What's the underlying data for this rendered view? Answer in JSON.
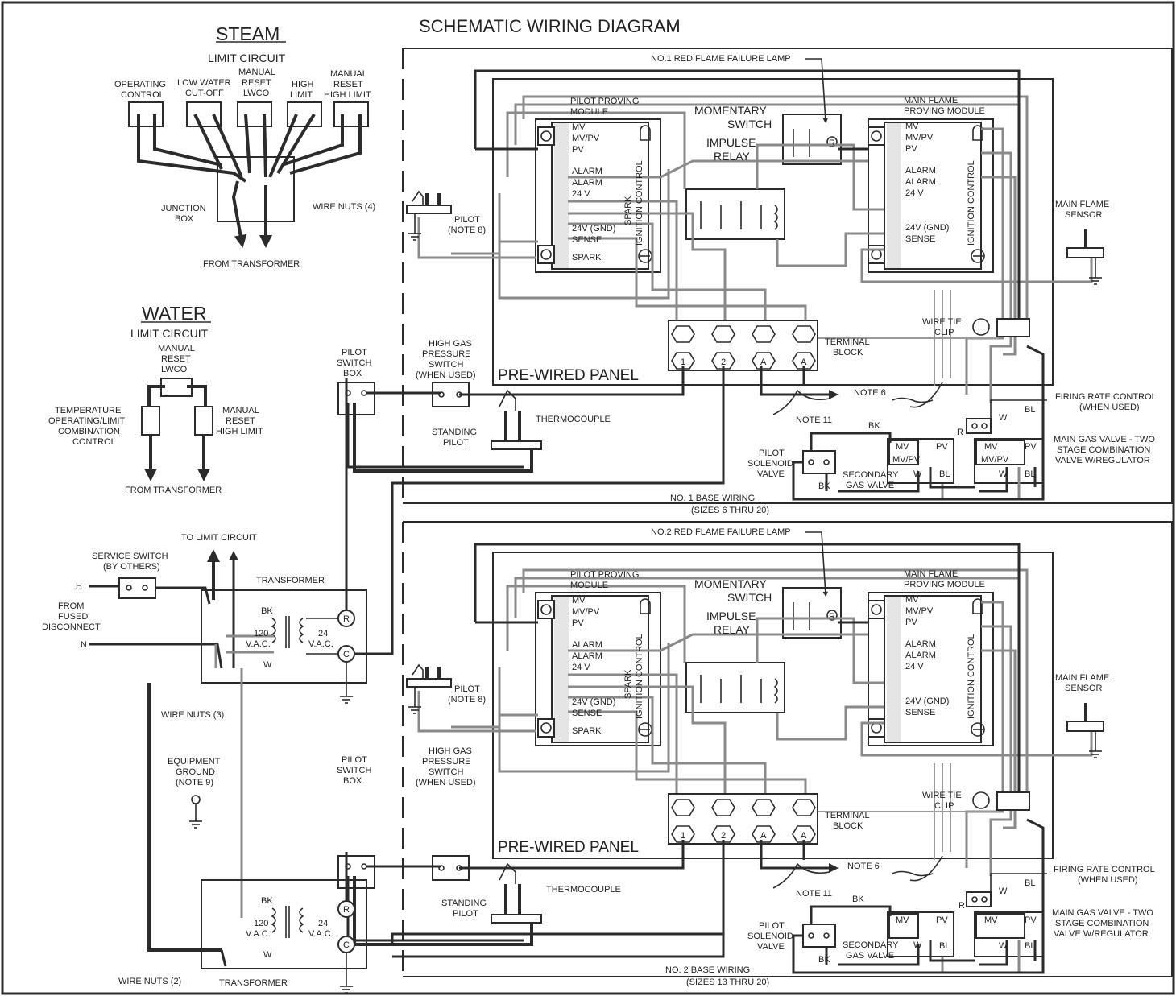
{
  "title": "SCHEMATIC WIRING DIAGRAM",
  "steam": {
    "heading": "STEAM",
    "subheading": "LIMIT CIRCUIT",
    "controls": {
      "operating_1": "OPERATING",
      "operating_2": "CONTROL",
      "lwco_1": "LOW WATER",
      "lwco_2": "CUT-OFF",
      "mr_lwco_1": "MANUAL",
      "mr_lwco_2": "RESET",
      "mr_lwco_3": "LWCO",
      "high_1": "HIGH",
      "high_2": "LIMIT",
      "mr_high_1": "MANUAL",
      "mr_high_2": "RESET",
      "mr_high_3": "HIGH LIMIT"
    },
    "junction_1": "JUNCTION",
    "junction_2": "BOX",
    "wire_nuts": "WIRE NUTS (4)",
    "from_transformer": "FROM TRANSFORMER"
  },
  "water": {
    "heading": "WATER",
    "subheading": "LIMIT CIRCUIT",
    "mr_lwco_1": "MANUAL",
    "mr_lwco_2": "RESET",
    "mr_lwco_3": "LWCO",
    "temp_1": "TEMPERATURE",
    "temp_2": "OPERATING/LIMIT",
    "temp_3": "COMBINATION",
    "temp_4": "CONTROL",
    "mr_high_1": "MANUAL",
    "mr_high_2": "RESET",
    "mr_high_3": "HIGH LIMIT",
    "from_transformer": "FROM TRANSFORMER"
  },
  "power": {
    "to_limit": "TO LIMIT CIRCUIT",
    "service_1": "SERVICE SWITCH",
    "service_2": "(BY OTHERS)",
    "h": "H",
    "n": "N",
    "fused_1": "FROM",
    "fused_2": "FUSED",
    "fused_3": "DISCONNECT",
    "transformer": "TRANSFORMER",
    "bk": "BK",
    "w": "W",
    "v120_1": "120",
    "v120_2": "V.A.C.",
    "v24_1": "24",
    "v24_2": "V.A.C.",
    "r": "R",
    "c": "C",
    "wire_nuts_3": "WIRE NUTS (3)",
    "ground_1": "EQUIPMENT",
    "ground_2": "GROUND",
    "ground_3": "(NOTE 9)",
    "wire_nuts_2": "WIRE NUTS (2)",
    "transformer_2": "TRANSFORMER"
  },
  "sections": [
    {
      "lamp": "NO.1 RED FLAME FAILURE LAMP",
      "base_1": "NO. 1 BASE WIRING",
      "base_2": "(SIZES 6 THRU 20)"
    },
    {
      "lamp": "NO.2 RED FLAME FAILURE LAMP",
      "base_1": "NO. 2 BASE WIRING",
      "base_2": "(SIZES 13 THRU 20)"
    }
  ],
  "common": {
    "ppm_1": "PILOT PROVING",
    "ppm_2": "MODULE",
    "mv": "MV",
    "mvpv": "MV/PV",
    "pv": "PV",
    "alarm": "ALARM",
    "v24": "24 V",
    "gnd": "24V (GND)",
    "sense": "SENSE",
    "spark": "SPARK",
    "spark_ctl": "SPARK",
    "ignition_ctl": "IGNITION CONTROL",
    "mom_1": "MOMENTARY",
    "mom_2": "SWITCH",
    "imp_1": "IMPULSE",
    "imp_2": "RELAY",
    "mfpm_1": "MAIN FLAME",
    "mfpm_2": "PROVING MODULE",
    "mfs_1": "MAIN FLAME",
    "mfs_2": "SENSOR",
    "pilot_1": "PILOT",
    "pilot_2": "(NOTE 8)",
    "wire_tie_1": "WIRE TIE",
    "wire_tie_2": "CLIP",
    "terminal_1": "TERMINAL",
    "terminal_2": "BLOCK",
    "t1": "1",
    "t2": "2",
    "ta": "A",
    "panel": "PRE-WIRED PANEL",
    "psb_1": "PILOT",
    "psb_2": "SWITCH",
    "psb_3": "BOX",
    "hgp_1": "HIGH GAS",
    "hgp_2": "PRESSURE",
    "hgp_3": "SWITCH",
    "hgp_4": "(WHEN USED)",
    "thermocouple": "THERMOCOUPLE",
    "standing_1": "STANDING",
    "standing_2": "PILOT",
    "note6": "NOTE 6",
    "note11": "NOTE 11",
    "firing_1": "FIRING RATE CONTROL",
    "firing_2": "(WHEN USED)",
    "main_valve_1": "MAIN GAS VALVE - TWO",
    "main_valve_2": "STAGE COMBINATION",
    "main_valve_3": "VALVE W/REGULATOR",
    "solenoid_1": "PILOT",
    "solenoid_2": "SOLENOID",
    "solenoid_3": "VALVE",
    "secondary_1": "SECONDARY",
    "secondary_2": "GAS VALVE",
    "bk": "BK",
    "bl": "BL",
    "w": "W",
    "r": "R",
    "lamp_r": "R"
  }
}
